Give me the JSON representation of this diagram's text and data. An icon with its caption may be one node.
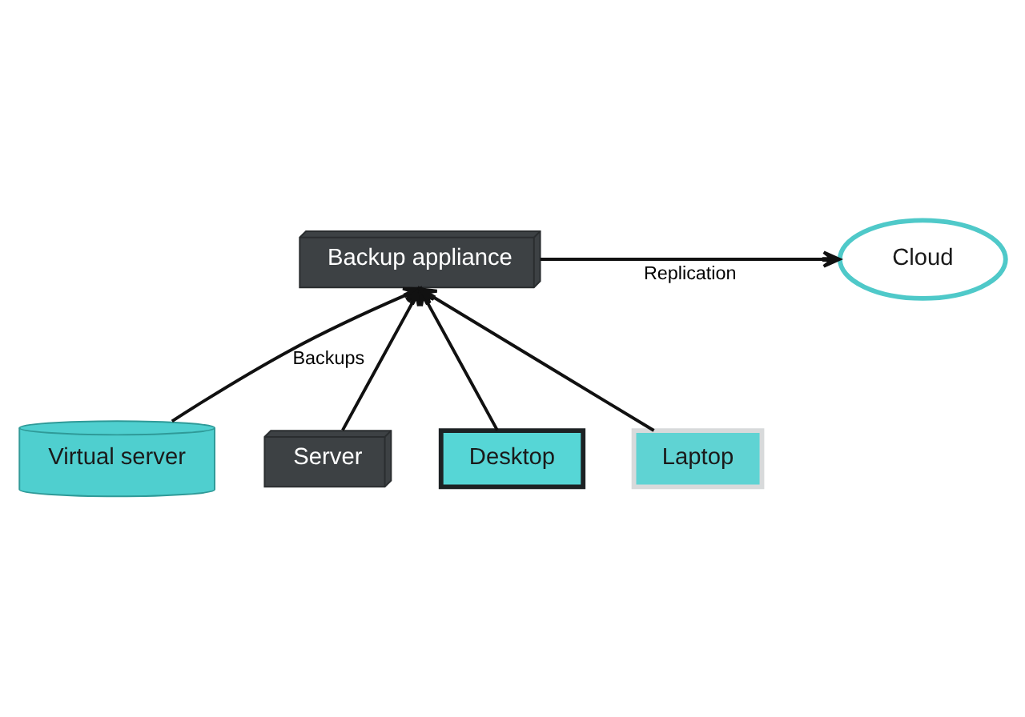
{
  "diagram": {
    "nodes": [
      {
        "text": [
          "Backup appliance"
        ]
      },
      {
        "text": [
          "Cloud"
        ]
      },
      {
        "text": [
          "Virtual server"
        ]
      },
      {
        "text": [
          "Server"
        ]
      },
      {
        "text": [
          "Desktop"
        ]
      },
      {
        "text": [
          "Laptop"
        ]
      }
    ],
    "edges": [
      {
        "from": 0,
        "to": 1,
        "arrow": "to",
        "label": "Replication"
      },
      {
        "from": 2,
        "to": 0,
        "arrow": "to",
        "label": "Backups"
      },
      {
        "from": 3,
        "to": 0,
        "arrow": "to"
      },
      {
        "from": 4,
        "to": 0,
        "arrow": "to"
      },
      {
        "from": 5,
        "to": 0,
        "arrow": "to"
      }
    ]
  }
}
